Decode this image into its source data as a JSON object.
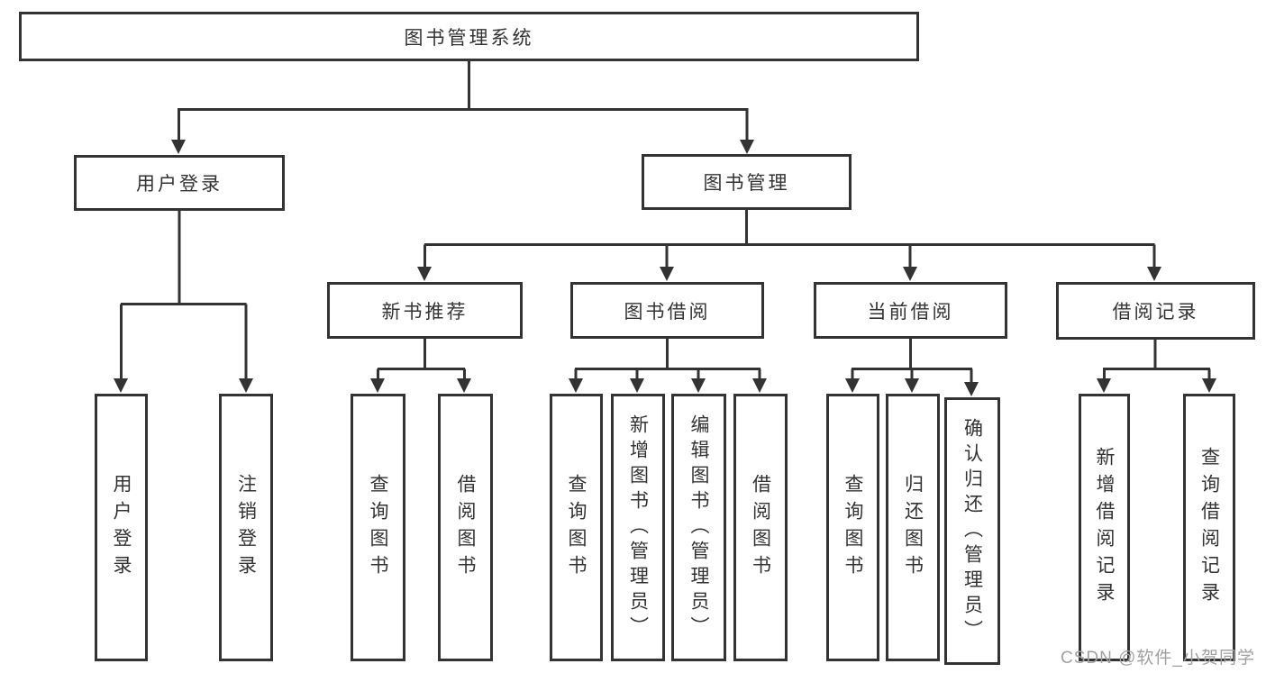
{
  "tree": {
    "label": "图书管理系统",
    "children": [
      {
        "label": "用户登录",
        "children": [
          {
            "label": "用户登录"
          },
          {
            "label": "注销登录"
          }
        ]
      },
      {
        "label": "图书管理",
        "children": [
          {
            "label": "新书推荐",
            "children": [
              {
                "label": "查询图书"
              },
              {
                "label": "借阅图书"
              }
            ]
          },
          {
            "label": "图书借阅",
            "children": [
              {
                "label": "查询图书"
              },
              {
                "label": "新增图书（管理员）"
              },
              {
                "label": "编辑图书（管理员）"
              },
              {
                "label": "借阅图书"
              }
            ]
          },
          {
            "label": "当前借阅",
            "children": [
              {
                "label": "查询图书"
              },
              {
                "label": "归还图书"
              },
              {
                "label": "确认归还（管理员）"
              }
            ]
          },
          {
            "label": "借阅记录",
            "children": [
              {
                "label": "新增借阅记录"
              },
              {
                "label": "查询借阅记录"
              }
            ]
          }
        ]
      }
    ]
  },
  "watermark": {
    "text": "CSDN @软件_小贺同学"
  },
  "colors": {
    "line": "#333333",
    "text": "#333333",
    "box_background": "#ffffff",
    "page_background": "#ffffff",
    "watermark": "#a0a0a0"
  }
}
